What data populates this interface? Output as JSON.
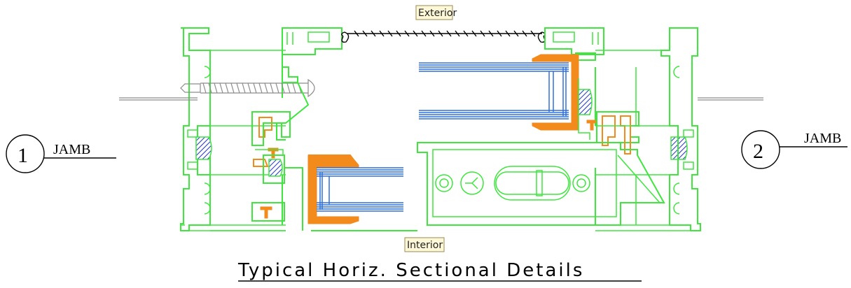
{
  "labels": {
    "exterior": "Exterior",
    "interior": "Interior",
    "title": "Typical Horiz. Sectional Details"
  },
  "callouts": [
    {
      "number": "1",
      "text": "JAMB"
    },
    {
      "number": "2",
      "text": "JAMB"
    }
  ],
  "colors": {
    "frame": "#3ee63e",
    "sash": "#f28a1c",
    "glass": "#2f6fdc",
    "gasket_hatch": "#2233cc",
    "annotation": "#000000"
  }
}
